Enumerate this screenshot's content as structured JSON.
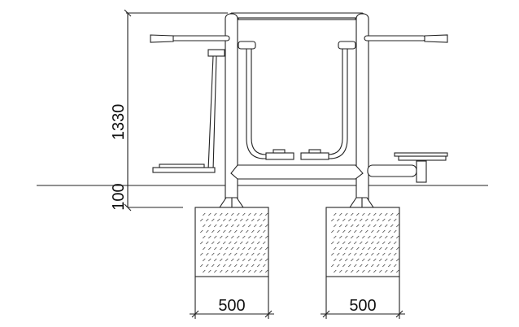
{
  "dimensions": {
    "total_height": "1330",
    "foundation_depth": "100",
    "footing_left_width": "500",
    "footing_right_width": "500"
  }
}
